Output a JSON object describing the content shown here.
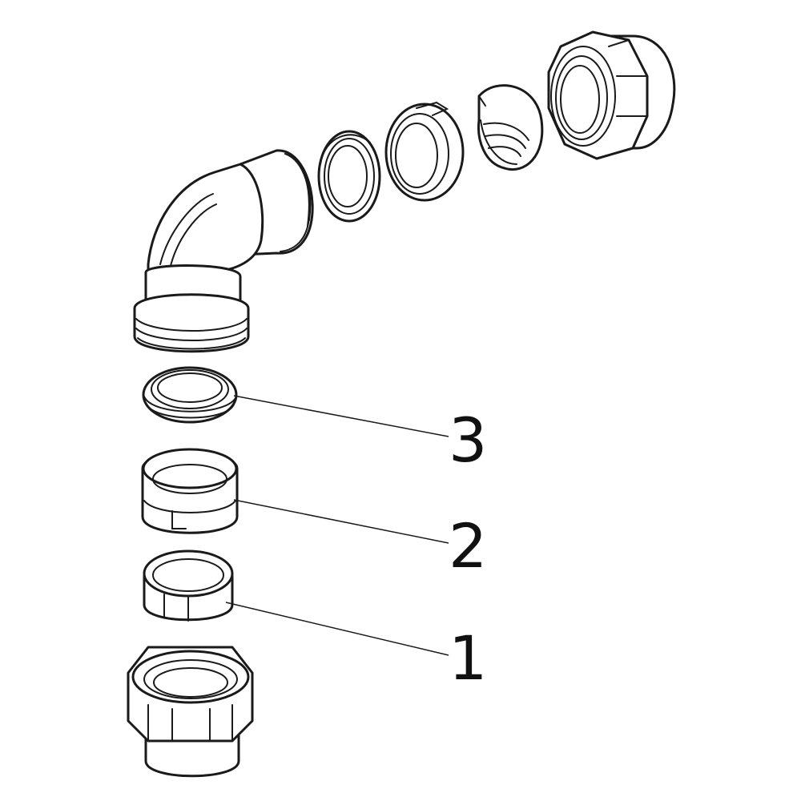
{
  "callouts": [
    {
      "label": "3",
      "part": "seal-ring"
    },
    {
      "label": "2",
      "part": "split-sleeve"
    },
    {
      "label": "1",
      "part": "clamp-ring"
    }
  ],
  "colors": {
    "line": "#1a1a1a",
    "background": "#ffffff"
  }
}
